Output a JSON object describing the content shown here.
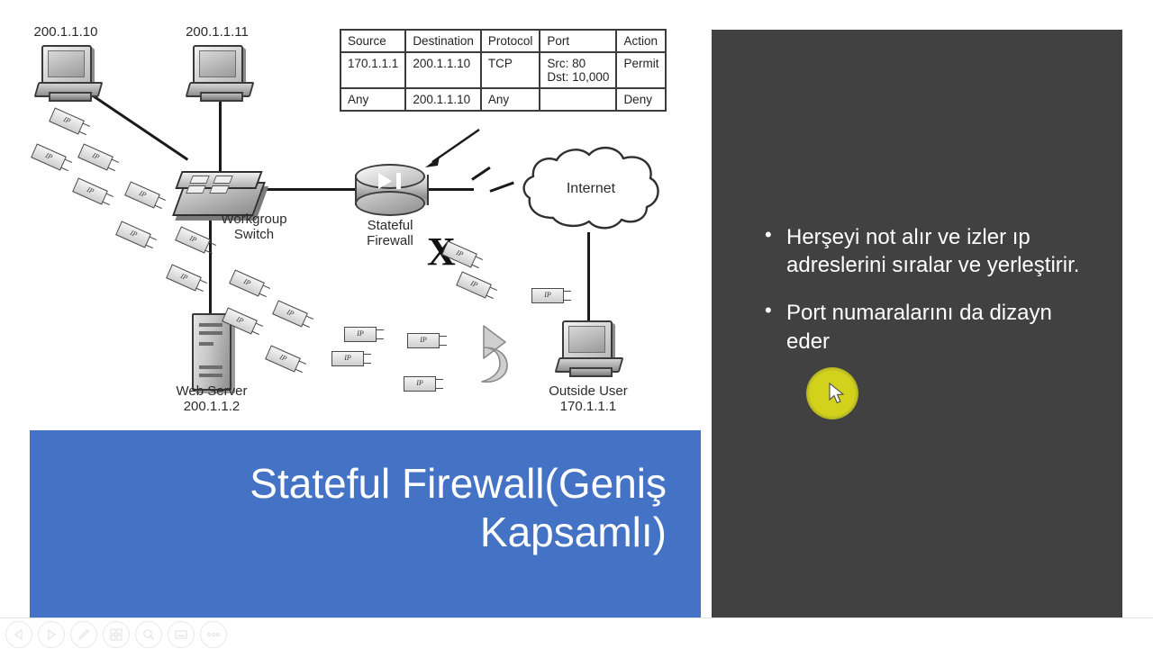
{
  "slide": {
    "title_line1": "Stateful Firewall(Geniş",
    "title_line2": "Kapsamlı)",
    "banner_color": "#4472c4",
    "panel_color": "#414141"
  },
  "diagram": {
    "pc_left_label": "200.1.1.10",
    "pc_right_label": "200.1.1.11",
    "switch_label": "Workgroup\nSwitch",
    "firewall_label": "Stateful\nFirewall",
    "cloud_label": "Internet",
    "web_server_label": "Web Server\n200.1.1.2",
    "outside_user_label": "Outside User\n170.1.1.1",
    "packet_label": "IP",
    "blocked_mark": "X",
    "rules_table": {
      "headers": [
        "Source",
        "Destination",
        "Protocol",
        "Port",
        "Action"
      ],
      "rows": [
        [
          "170.1.1.1",
          "200.1.1.10",
          "TCP",
          "Src:  80\nDst: 10,000",
          "Permit"
        ],
        [
          "Any",
          "200.1.1.10",
          "Any",
          "",
          "Deny"
        ]
      ]
    }
  },
  "notes": {
    "bullets": [
      "Herşeyi not alır ve izler ıp adreslerini sıralar ve yerleştirir.",
      "Port numaralarını da dizayn eder"
    ]
  },
  "toolbar": {
    "items": [
      {
        "name": "previous-slide",
        "icon": "triangle-left-icon"
      },
      {
        "name": "next-slide",
        "icon": "triangle-right-icon"
      },
      {
        "name": "pen-tool",
        "icon": "pen-icon"
      },
      {
        "name": "all-slides",
        "icon": "grid-icon"
      },
      {
        "name": "zoom-tool",
        "icon": "magnifier-icon"
      },
      {
        "name": "captions",
        "icon": "caption-icon"
      },
      {
        "name": "more-options",
        "icon": "ellipsis-icon"
      }
    ]
  },
  "cursor": {
    "highlight_color": "#d2d21c"
  }
}
